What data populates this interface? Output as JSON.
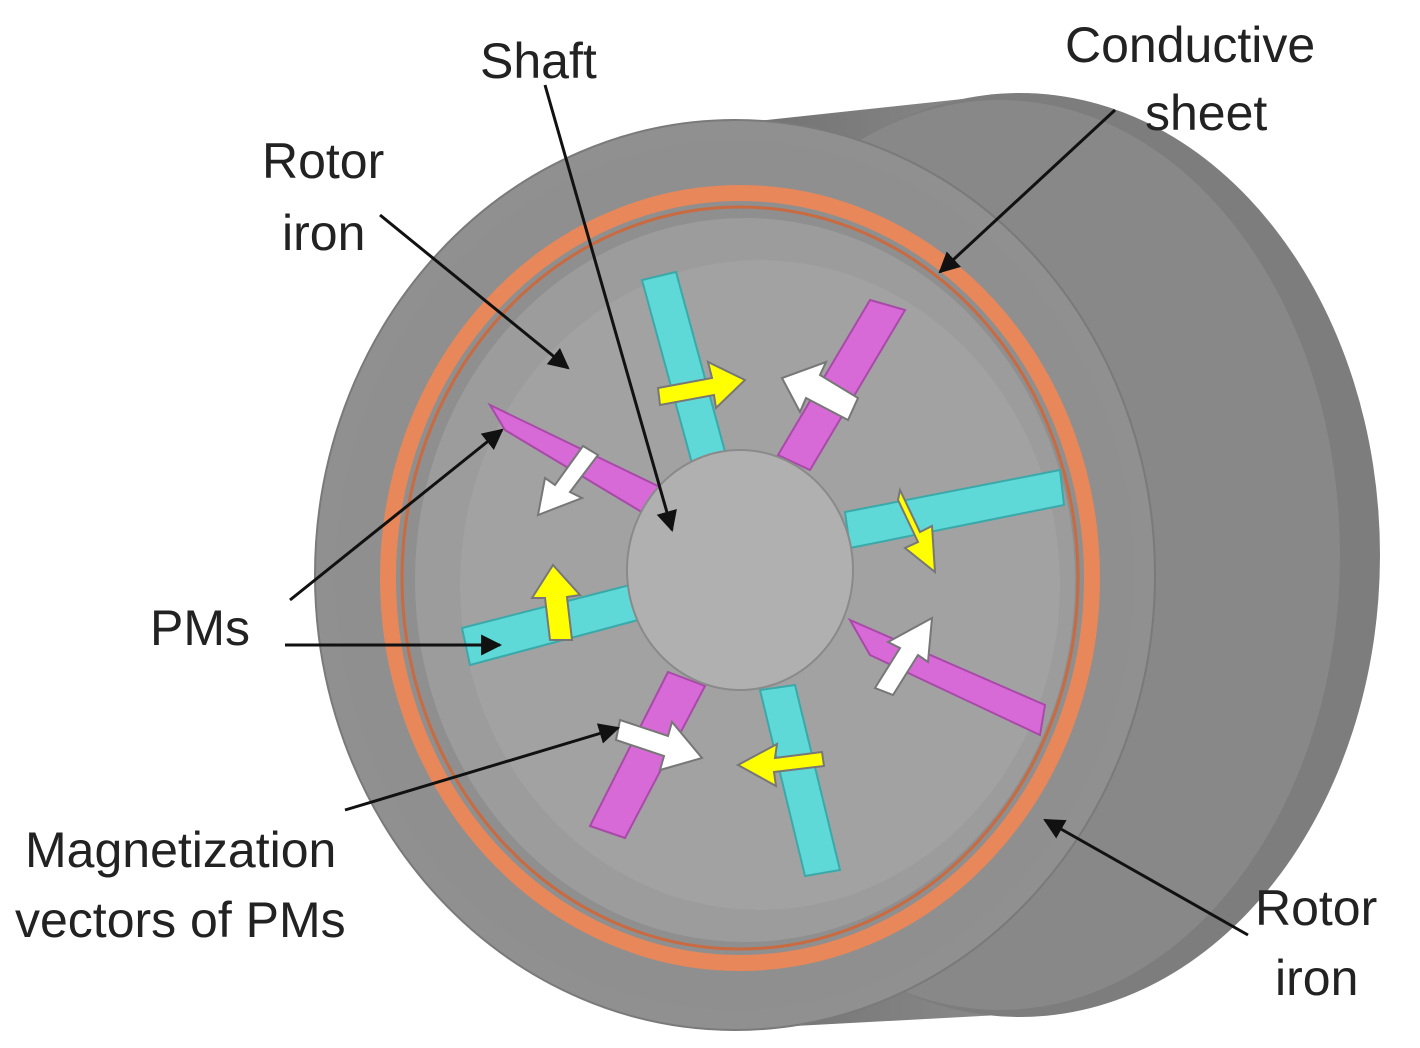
{
  "labels": {
    "shaft": "Shaft",
    "conductive_line1": "Conductive",
    "conductive_line2": "sheet",
    "rotor_iron_top_line1": "Rotor",
    "rotor_iron_top_line2": "iron",
    "pms": "PMs",
    "magnetization_line1": "Magnetization",
    "magnetization_line2": "vectors of PMs",
    "rotor_iron_bottom_line1": "Rotor",
    "rotor_iron_bottom_line2": "iron"
  },
  "colors": {
    "rotor_iron": "#8f8f8f",
    "rotor_iron_side": "#777777",
    "rotor_inner": "#9a9a9a",
    "shaft": "#b0b0b0",
    "conductive_sheet": "#e8875a",
    "pm_cyan": "#5fd8d8",
    "pm_magenta": "#d86ad8",
    "vector_yellow": "#ffff00",
    "vector_white": "#ffffff",
    "leader_line": "#111111"
  }
}
